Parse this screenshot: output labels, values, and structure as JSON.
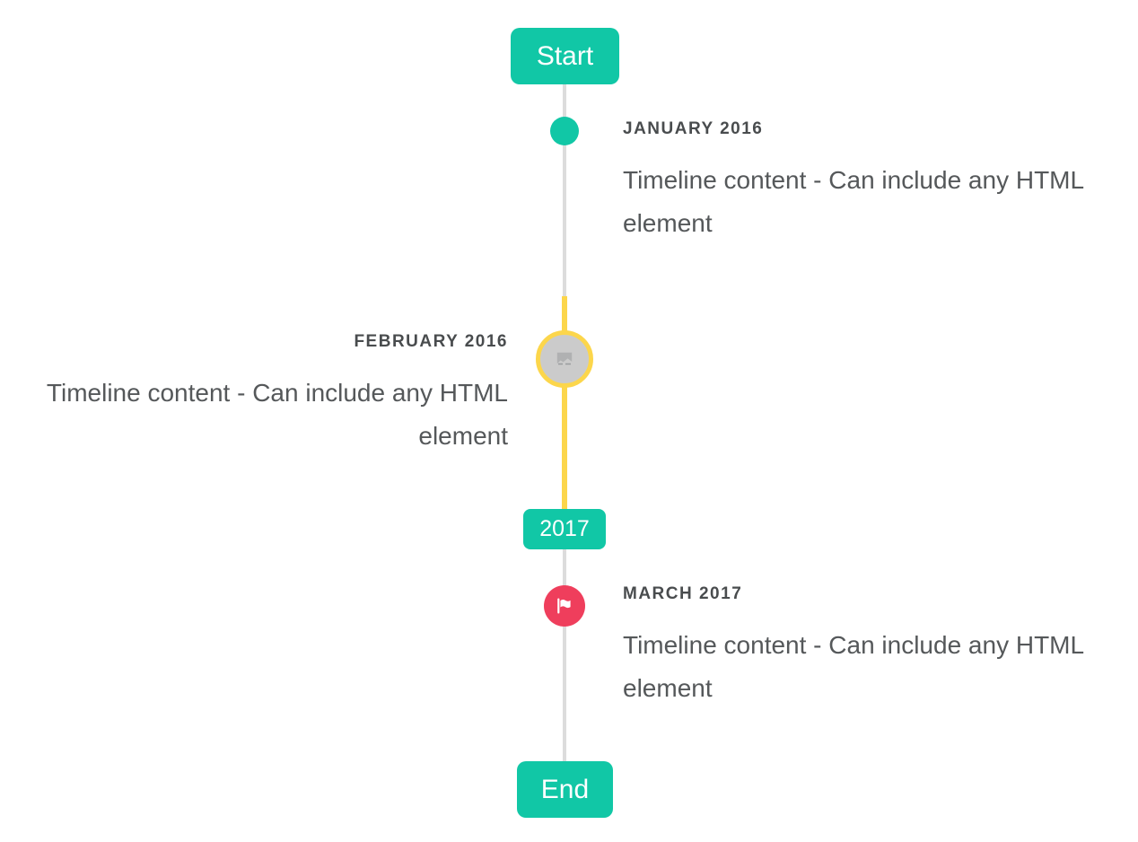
{
  "colors": {
    "teal": "#11c7a6",
    "yellow": "#fcd64b",
    "red": "#ef3e5c",
    "line": "#dcdcdc",
    "circle": "#cbcbcb",
    "label": "#494c4e",
    "content": "#55585a"
  },
  "timeline": {
    "start_label": "Start",
    "year_label": "2017",
    "end_label": "End",
    "items": [
      {
        "date": "JANUARY 2016",
        "content": "Timeline content - Can include any HTML element",
        "side": "right",
        "marker": "teal-dot"
      },
      {
        "date": "FEBRUARY 2016",
        "content": "Timeline content - Can include any HTML element",
        "side": "left",
        "marker": "broken-image-circle"
      },
      {
        "date": "MARCH 2017",
        "content": "Timeline content - Can include any HTML element",
        "side": "right",
        "marker": "flag-circle"
      }
    ]
  },
  "icons": {
    "flag": "flag-icon",
    "broken_image": "broken-image-icon"
  }
}
